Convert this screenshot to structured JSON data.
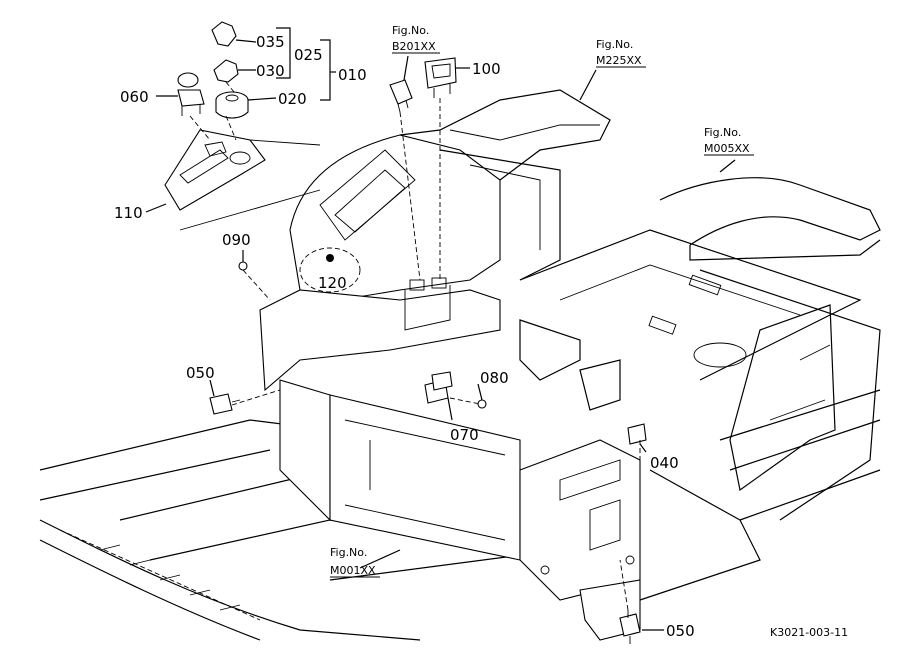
{
  "diagram": {
    "drawing_code": "K3021-003-11",
    "part_labels": {
      "p035": "035",
      "p030": "030",
      "p025": "025",
      "p010": "010",
      "p020": "020",
      "p060": "060",
      "p110": "110",
      "p090": "090",
      "p120": "120",
      "p050_left": "050",
      "p080": "080",
      "p070": "070",
      "p040": "040",
      "p050_bottom": "050",
      "p100": "100"
    },
    "fig_refs": [
      {
        "heading": "Fig.No.",
        "code": "B201XX"
      },
      {
        "heading": "Fig.No.",
        "code": "M225XX"
      },
      {
        "heading": "Fig.No.",
        "code": "M005XX"
      },
      {
        "heading": "Fig.No.",
        "code": "M001XX"
      }
    ]
  }
}
